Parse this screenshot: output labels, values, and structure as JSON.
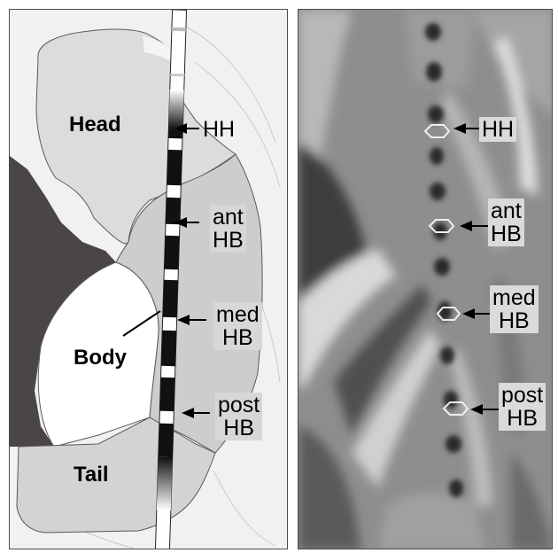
{
  "left": {
    "regions": {
      "head": "Head",
      "body": "Body",
      "tail": "Tail"
    },
    "rois": {
      "hh": "HH",
      "ant_hb": {
        "line1": "ant",
        "line2": "HB"
      },
      "med_hb": {
        "line1": "med",
        "line2": "HB"
      },
      "post_hb": {
        "line1": "post",
        "line2": "HB"
      }
    }
  },
  "right": {
    "rois": {
      "hh": "HH",
      "ant_hb": {
        "line1": "ant",
        "line2": "HB"
      },
      "med_hb": {
        "line1": "med",
        "line2": "HB"
      },
      "post_hb": {
        "line1": "post",
        "line2": "HB"
      }
    }
  },
  "colors": {
    "background": "#f1f1f1",
    "organ_fill": "#dcdcdc",
    "organ_stroke": "#5a5a5a",
    "dark_region": "#4b4646",
    "white_region": "#ffffff",
    "roi_outline": "#eeeeee",
    "label_box": "#d7d7d7"
  }
}
